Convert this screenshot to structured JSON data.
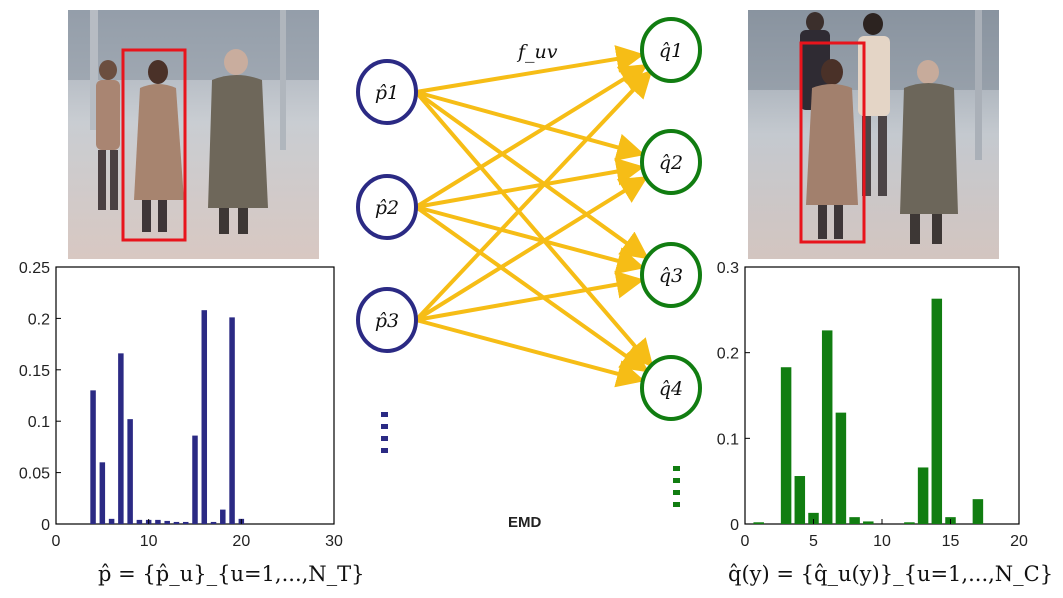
{
  "colors": {
    "source": "#2b2a84",
    "target": "#117d11",
    "flow": "#f6bd16",
    "box": "#e8141c"
  },
  "labels": {
    "flow": "f_uv",
    "emd": "EMD",
    "left_formula": "p̂ = {p̂_u}_{u=1,...,N_T}",
    "right_formula": "q̂(y) = {q̂_u(y)}_{u=1,...,N_C}"
  },
  "source_nodes": [
    "p̂1",
    "p̂2",
    "p̂3"
  ],
  "target_nodes": [
    "q̂1",
    "q̂2",
    "q̂3",
    "q̂4"
  ],
  "images": [
    {
      "name": "template-frame",
      "description_icon": "pedestrian-scene-photo"
    },
    {
      "name": "candidate-frame",
      "description_icon": "pedestrian-scene-photo"
    }
  ],
  "chart_data": [
    {
      "type": "bar",
      "x": [
        4,
        5,
        6,
        7,
        8,
        9,
        10,
        11,
        12,
        13,
        14,
        15,
        16,
        17,
        18,
        19,
        20
      ],
      "values": [
        0.13,
        0.06,
        0.005,
        0.166,
        0.102,
        0.004,
        0.004,
        0.004,
        0.003,
        0.002,
        0.002,
        0.086,
        0.208,
        0.002,
        0.014,
        0.201,
        0.005
      ],
      "xlim": [
        0,
        30
      ],
      "ylim": [
        0,
        0.25
      ],
      "xticks": [
        "0",
        "10",
        "20",
        "30"
      ],
      "yticks": [
        "0",
        "0.05",
        "0.1",
        "0.15",
        "0.2",
        "0.25"
      ],
      "color": "#2b2a84"
    },
    {
      "type": "bar",
      "x": [
        1,
        3,
        4,
        5,
        6,
        7,
        8,
        9,
        12,
        13,
        14,
        15,
        17
      ],
      "values": [
        0.002,
        0.183,
        0.056,
        0.013,
        0.226,
        0.13,
        0.008,
        0.003,
        0.002,
        0.066,
        0.263,
        0.008,
        0.029
      ],
      "xlim": [
        0,
        20
      ],
      "ylim": [
        0,
        0.3
      ],
      "xticks": [
        "0",
        "5",
        "10",
        "15",
        "20"
      ],
      "yticks": [
        "0",
        "0.1",
        "0.2",
        "0.3"
      ],
      "color": "#117d11"
    }
  ]
}
